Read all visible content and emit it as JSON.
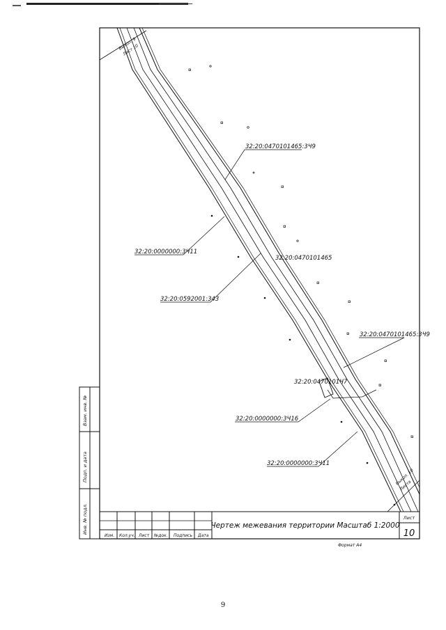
{
  "page": {
    "number": "9"
  },
  "sheet_refs": {
    "top_ref": [
      "Выкоп. 9",
      "Лист 10"
    ],
    "bottom_ref": [
      "Выкоп. 10",
      "Листа"
    ]
  },
  "parcel_labels": [
    {
      "text": "32:20:0470101465:3Ч9"
    },
    {
      "text": "32:20:0000000:3Ч11"
    },
    {
      "text": "32:20:0470101465"
    },
    {
      "text": "32:20:0592001:343"
    },
    {
      "text": "32:20:0470101465:3Ч9"
    },
    {
      "text": "32:20:0470101Ч7"
    },
    {
      "text": "32:20:0000000:3Ч16"
    },
    {
      "text": "32:20:0000000:3Ч11"
    }
  ],
  "side_stamp": {
    "cells": [
      "Взам. инв. №",
      "Подп. и дата",
      "Инв. № подл."
    ]
  },
  "title_block": {
    "columns": [
      "Изм.",
      "Кол.уч.",
      "Лист",
      "№док.",
      "Подпись",
      "Дата"
    ],
    "title": "Чертеж межевания территории Масштаб 1:2000",
    "sheet_label": "Лист",
    "sheet_number": "10"
  },
  "format_note": "Формат А4"
}
